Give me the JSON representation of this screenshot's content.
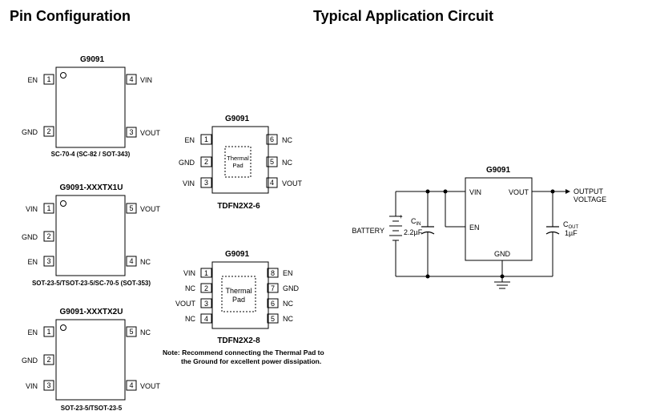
{
  "headings": {
    "pin_config": "Pin Configuration",
    "app_circuit": "Typical Application Circuit"
  },
  "pkg_sc70": {
    "title": "G9091",
    "caption": "SC-70-4 (SC-82 / SOT-343)",
    "pins": [
      {
        "num": "1",
        "name": "EN"
      },
      {
        "num": "2",
        "name": "GND"
      },
      {
        "num": "3",
        "name": "VOUT"
      },
      {
        "num": "4",
        "name": "VIN"
      }
    ]
  },
  "pkg_sot5_1u": {
    "title": "G9091-XXXTX1U",
    "caption": "SOT-23-5/TSOT-23-5/SC-70-5 (SOT-353)",
    "pins": [
      {
        "num": "1",
        "name": "VIN"
      },
      {
        "num": "2",
        "name": "GND"
      },
      {
        "num": "3",
        "name": "EN"
      },
      {
        "num": "4",
        "name": "NC"
      },
      {
        "num": "5",
        "name": "VOUT"
      }
    ]
  },
  "pkg_sot5_2u": {
    "title": "G9091-XXXTX2U",
    "caption": "SOT-23-5/TSOT-23-5",
    "pins": [
      {
        "num": "1",
        "name": "EN"
      },
      {
        "num": "2",
        "name": "GND"
      },
      {
        "num": "3",
        "name": "VIN"
      },
      {
        "num": "4",
        "name": "VOUT"
      },
      {
        "num": "5",
        "name": "NC"
      }
    ]
  },
  "pkg_tdfn6": {
    "title": "G9091",
    "caption": "TDFN2X2-6",
    "pad_line1": "Thermal",
    "pad_line2": "Pad",
    "pins": [
      {
        "num": "1",
        "name": "EN"
      },
      {
        "num": "2",
        "name": "GND"
      },
      {
        "num": "3",
        "name": "VIN"
      },
      {
        "num": "4",
        "name": "VOUT"
      },
      {
        "num": "5",
        "name": "NC"
      },
      {
        "num": "6",
        "name": "NC"
      }
    ]
  },
  "pkg_tdfn8": {
    "title": "G9091",
    "caption": "TDFN2X2-8",
    "pad_line1": "Thermal",
    "pad_line2": "Pad",
    "pins": [
      {
        "num": "1",
        "name": "VIN"
      },
      {
        "num": "2",
        "name": "NC"
      },
      {
        "num": "3",
        "name": "VOUT"
      },
      {
        "num": "4",
        "name": "NC"
      },
      {
        "num": "5",
        "name": "NC"
      },
      {
        "num": "6",
        "name": "NC"
      },
      {
        "num": "7",
        "name": "GND"
      },
      {
        "num": "8",
        "name": "EN"
      }
    ]
  },
  "note": {
    "line1": "Note: Recommend connecting the Thermal Pad  to",
    "line2": "the Ground for excellent power dissipation."
  },
  "circuit": {
    "ic_title": "G9091",
    "ic_vin": "VIN",
    "ic_vout": "VOUT",
    "ic_en": "EN",
    "ic_gnd": "GND",
    "battery": "BATTERY",
    "cin_main": "C",
    "cin_sub": "IN",
    "cin_value": "2.2µF",
    "cout_main": "C",
    "cout_sub": "OUT",
    "cout_value": "1µF",
    "output_line1": "OUTPUT",
    "output_line2": "VOLTAGE"
  }
}
